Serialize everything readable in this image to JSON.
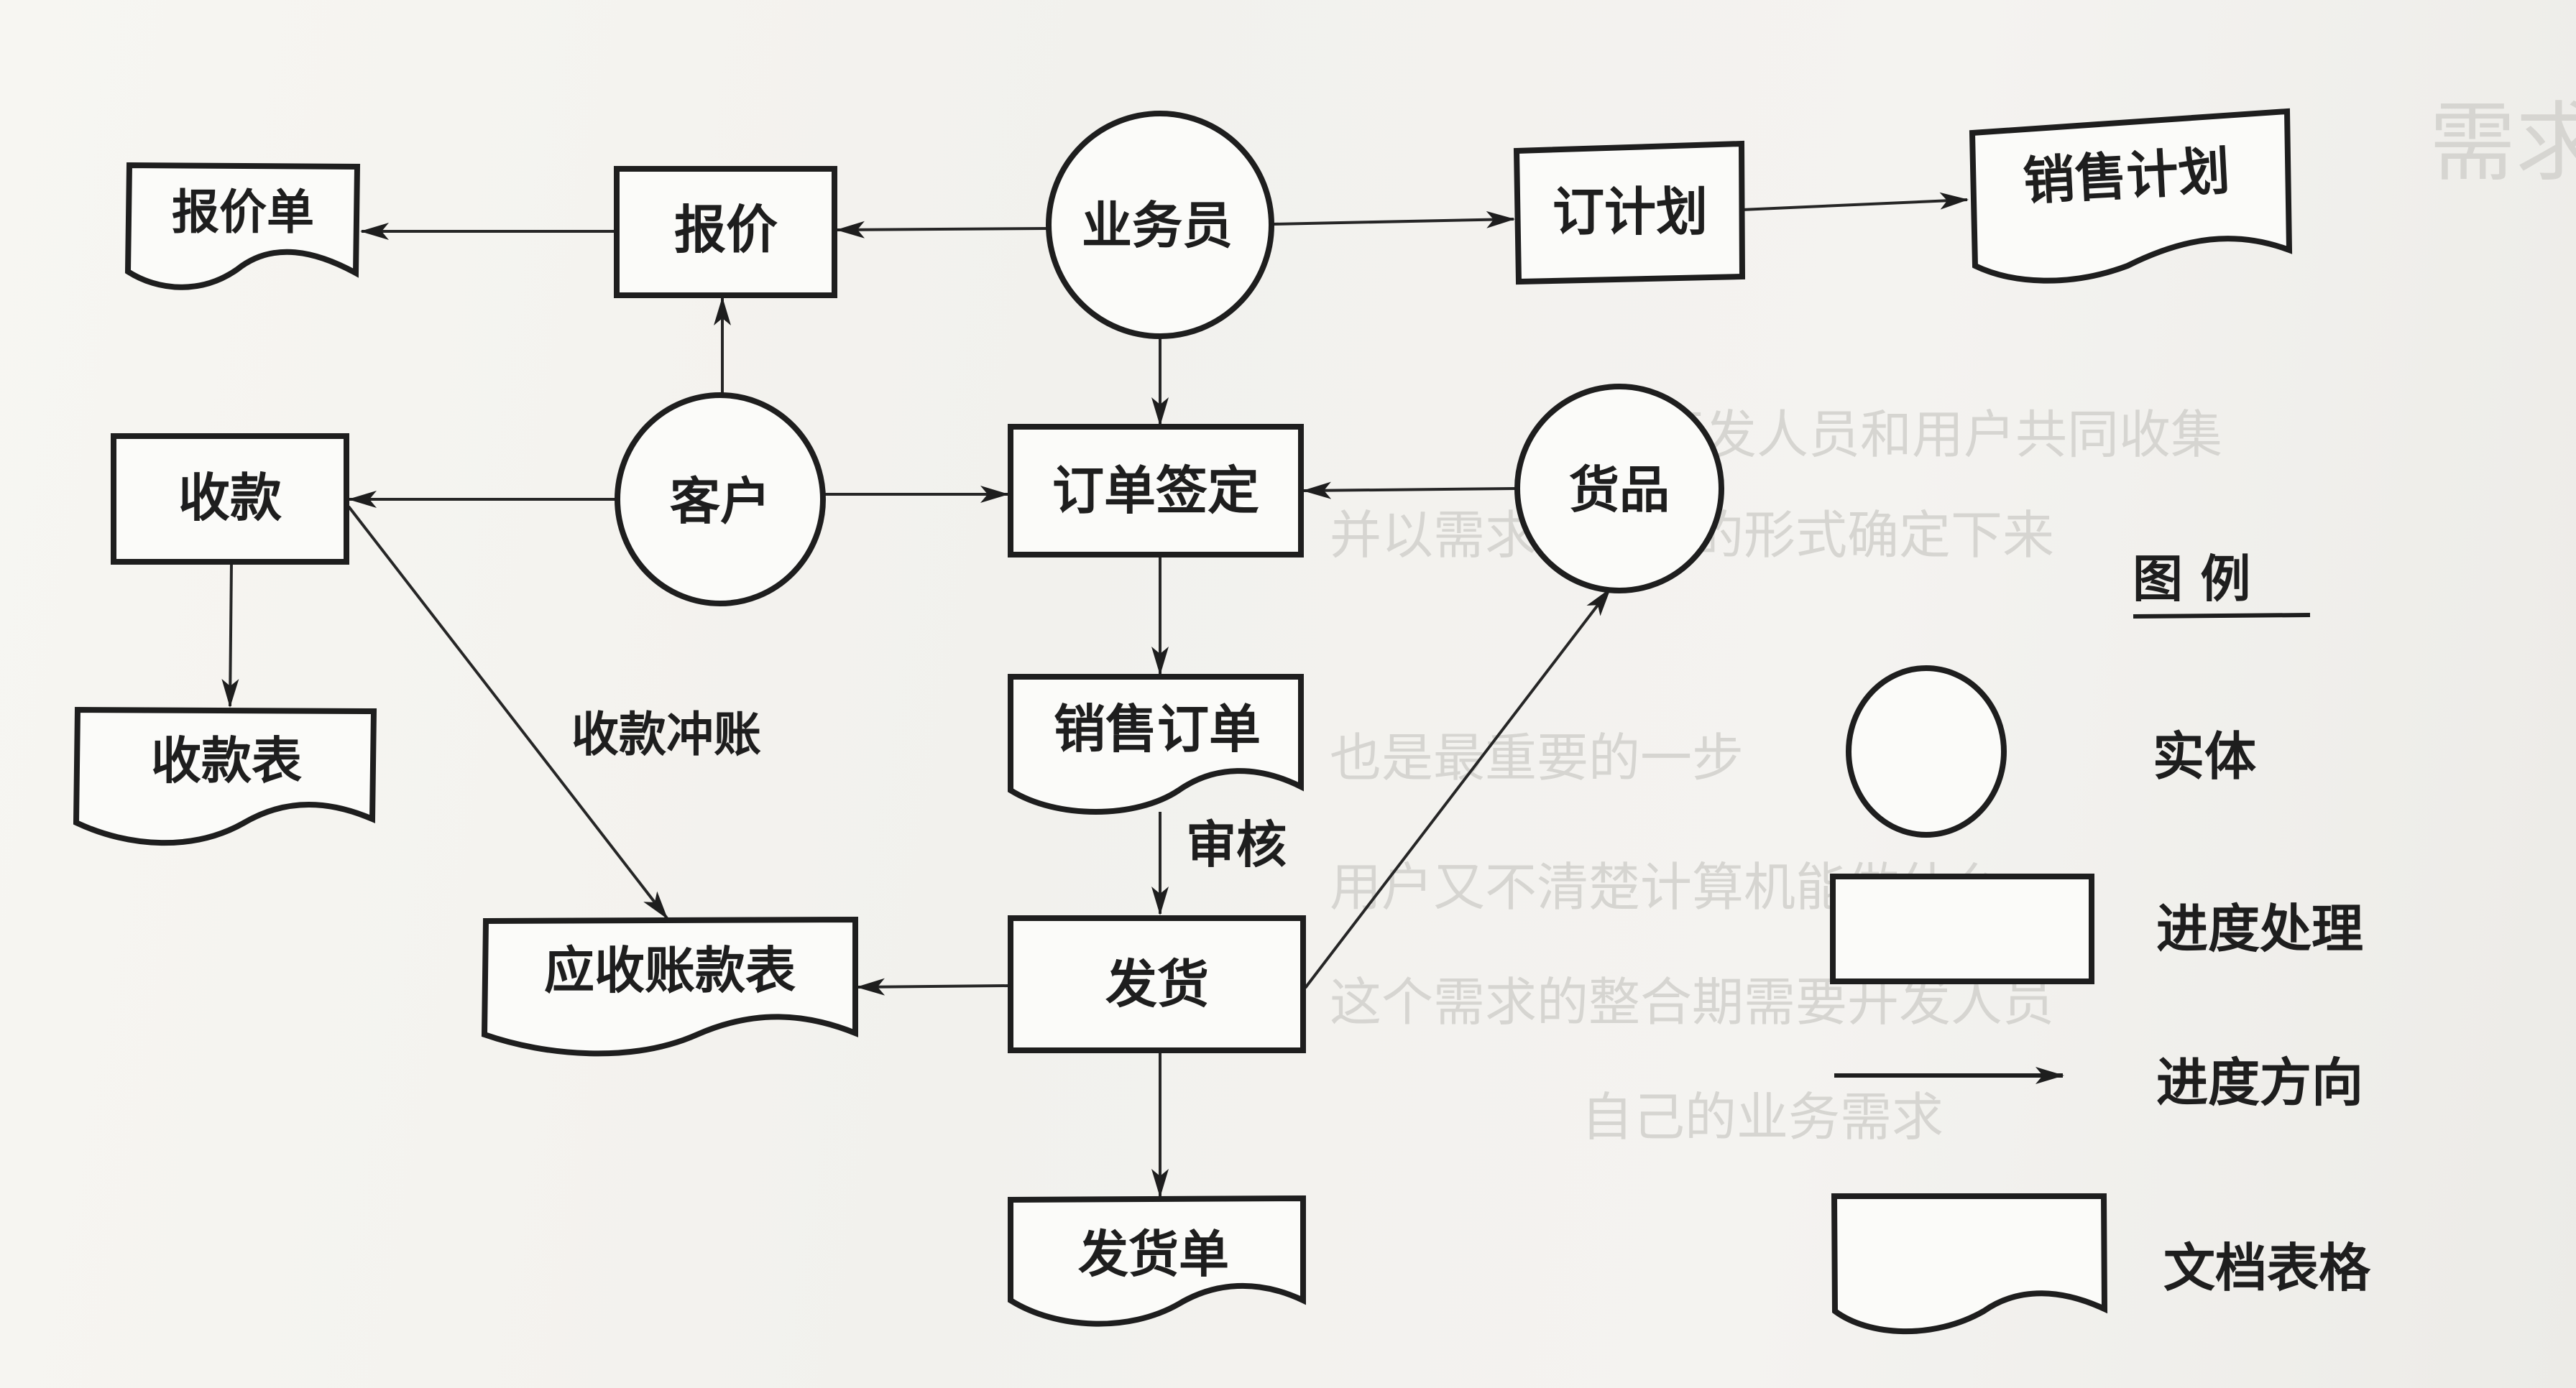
{
  "diagram": {
    "type": "business process flow diagram",
    "nodes": {
      "quote_form": {
        "label": "报价单",
        "kind": "document"
      },
      "quote": {
        "label": "报价",
        "kind": "process"
      },
      "salesperson": {
        "label": "业务员",
        "kind": "entity"
      },
      "make_plan": {
        "label": "订计划",
        "kind": "process"
      },
      "sales_plan": {
        "label": "销售计划",
        "kind": "document"
      },
      "customer": {
        "label": "客户",
        "kind": "entity"
      },
      "receive_payment": {
        "label": "收款",
        "kind": "process"
      },
      "order_signing": {
        "label": "订单签定",
        "kind": "process"
      },
      "goods": {
        "label": "货品",
        "kind": "entity"
      },
      "payment_table": {
        "label": "收款表",
        "kind": "document"
      },
      "sales_order": {
        "label": "销售订单",
        "kind": "document"
      },
      "receivables_table": {
        "label": "应收账款表",
        "kind": "document"
      },
      "shipping": {
        "label": "发货",
        "kind": "process"
      },
      "shipping_note": {
        "label": "发货单",
        "kind": "document"
      }
    },
    "edges": [
      {
        "from": "salesperson",
        "to": "quote",
        "label": ""
      },
      {
        "from": "quote",
        "to": "quote_form",
        "label": ""
      },
      {
        "from": "salesperson",
        "to": "make_plan",
        "label": ""
      },
      {
        "from": "make_plan",
        "to": "sales_plan",
        "label": ""
      },
      {
        "from": "customer",
        "to": "quote",
        "label": ""
      },
      {
        "from": "customer",
        "to": "receive_payment",
        "label": ""
      },
      {
        "from": "customer",
        "to": "order_signing",
        "label": ""
      },
      {
        "from": "salesperson",
        "to": "order_signing",
        "label": ""
      },
      {
        "from": "goods",
        "to": "order_signing",
        "label": ""
      },
      {
        "from": "receive_payment",
        "to": "payment_table",
        "label": ""
      },
      {
        "from": "receive_payment",
        "to": "receivables_table",
        "label": "收款冲账"
      },
      {
        "from": "order_signing",
        "to": "sales_order",
        "label": ""
      },
      {
        "from": "sales_order",
        "to": "shipping",
        "label": "审核"
      },
      {
        "from": "shipping",
        "to": "receivables_table",
        "label": ""
      },
      {
        "from": "shipping",
        "to": "goods",
        "label": ""
      },
      {
        "from": "shipping",
        "to": "shipping_note",
        "label": ""
      }
    ],
    "edge_labels": {
      "payment_offset": "收款冲账",
      "review": "审核"
    }
  },
  "legend": {
    "title": "图 例",
    "items": [
      {
        "symbol": "circle",
        "label": "实体"
      },
      {
        "symbol": "rectangle",
        "label": "进度处理"
      },
      {
        "symbol": "arrow",
        "label": "进度方向"
      },
      {
        "symbol": "document",
        "label": "文档表格"
      }
    ]
  },
  "background_bleed_text": {
    "heading_fragment": "需求分",
    "lines": [
      "开发人员和用户共同收集",
      "并以需求说明书的形式确定下来",
      "也是最重要的一步",
      "用户又不清楚计算机能做什么",
      "这个需求的整合期需要开发人员",
      "自己的业务需求"
    ]
  }
}
